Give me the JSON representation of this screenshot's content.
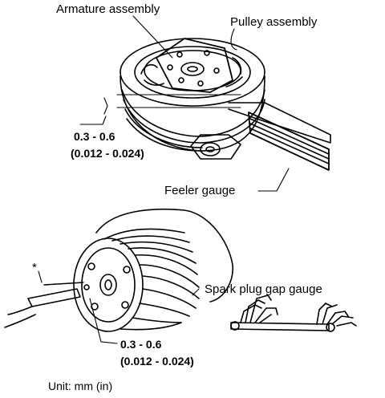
{
  "labels": {
    "armature": "Armature assembly",
    "pulley": "Pulley assembly",
    "feeler": "Feeler gauge",
    "spark": "Spark plug gap gauge",
    "asterisk": "*"
  },
  "specs": {
    "top_mm": "0.3 - 0.6",
    "top_in": "(0.012 - 0.024)",
    "bottom_mm": "0.3 - 0.6",
    "bottom_in": "(0.012 - 0.024)"
  },
  "unit": "Unit: mm (in)"
}
